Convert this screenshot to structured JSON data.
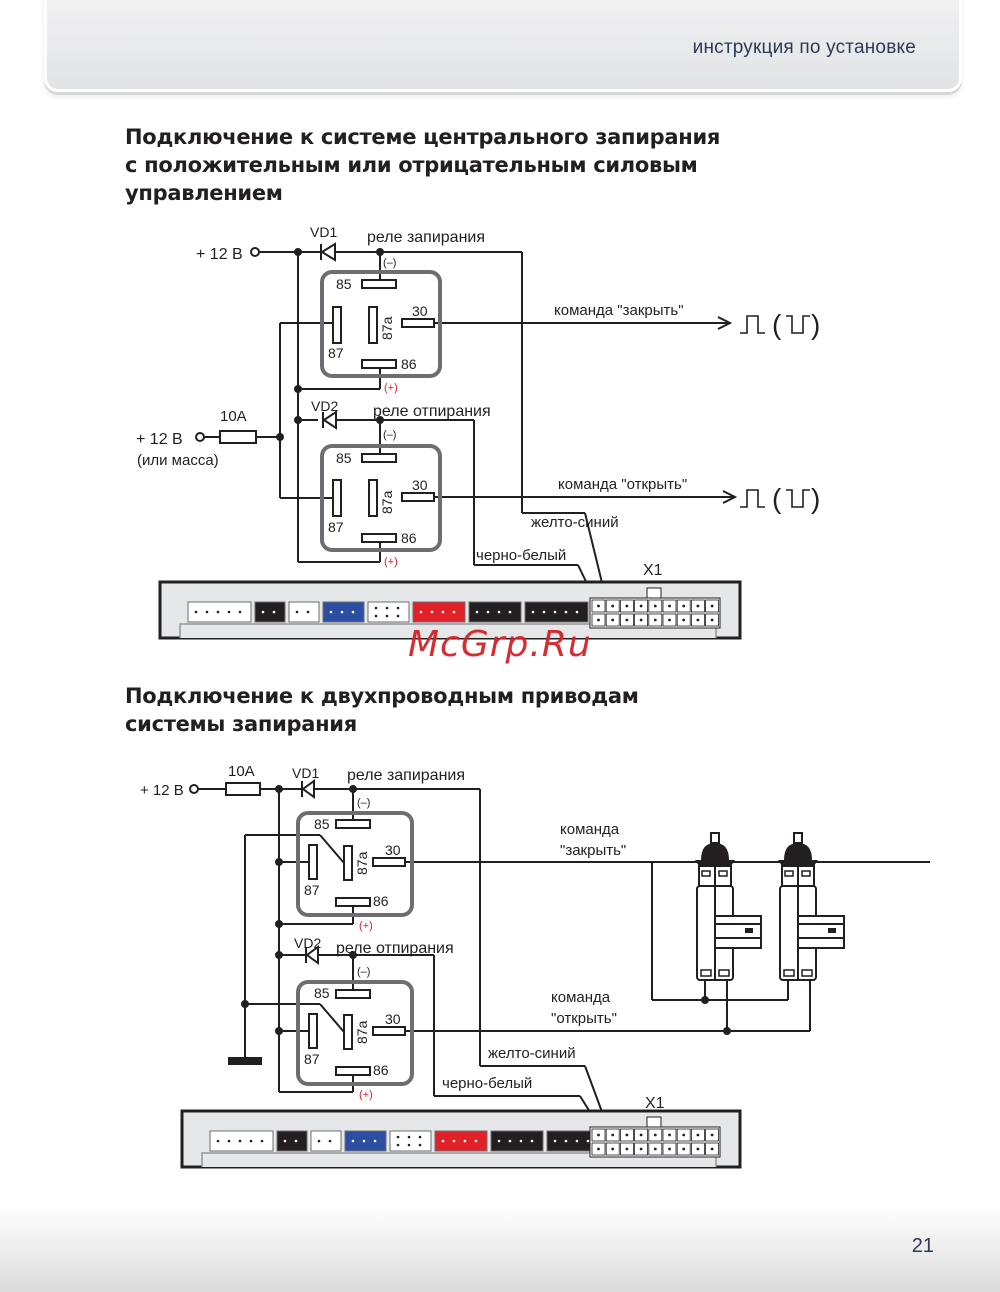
{
  "header": {
    "text": "инструкция по установке"
  },
  "footer": {
    "page_number": "21"
  },
  "watermark": "McGrp.Ru",
  "section1": {
    "title": "Подключение к системе центрального запирания\nс положительным или отрицательным силовым\nуправлением",
    "supply_top": "+ 12 В",
    "supply_mid": "+ 12 В",
    "supply_mid_note": "(или масса)",
    "fuse": "10А",
    "diode1": "VD1",
    "diode2": "VD2",
    "relay1_label": "реле запирания",
    "relay2_label": "реле отпирания",
    "pins": {
      "p85": "85",
      "p86": "86",
      "p87": "87",
      "p87a": "87a",
      "p30": "30"
    },
    "polarity_minus": "(–)",
    "polarity_plus": "(+)",
    "cmd_close": "команда \"закрыть\"",
    "cmd_open": "команда \"открыть\"",
    "wire_yellow_blue": "желто-синий",
    "wire_black_white": "черно-белый",
    "connector": "X1"
  },
  "section2": {
    "title": "Подключение к двухпроводным приводам\nсистемы запирания",
    "supply": "+ 12 В",
    "fuse": "10А",
    "diode1": "VD1",
    "diode2": "VD2",
    "relay1_label": "реле запирания",
    "relay2_label": "реле отпирания",
    "pins": {
      "p85": "85",
      "p86": "86",
      "p87": "87",
      "p87a": "87a",
      "p30": "30"
    },
    "polarity_minus": "(–)",
    "polarity_plus": "(+)",
    "cmd_close_1": "команда",
    "cmd_close_2": "\"закрыть\"",
    "cmd_open_1": "команда",
    "cmd_open_2": "\"открыть\"",
    "wire_yellow_blue": "желто-синий",
    "wire_black_white": "черно-белый",
    "connector": "X1"
  },
  "colors": {
    "connector_blue": "#2b4ea2",
    "connector_red": "#e02127",
    "connector_black": "#231f20",
    "plus_red": "#d2232a",
    "header_text": "#2c3a55"
  }
}
